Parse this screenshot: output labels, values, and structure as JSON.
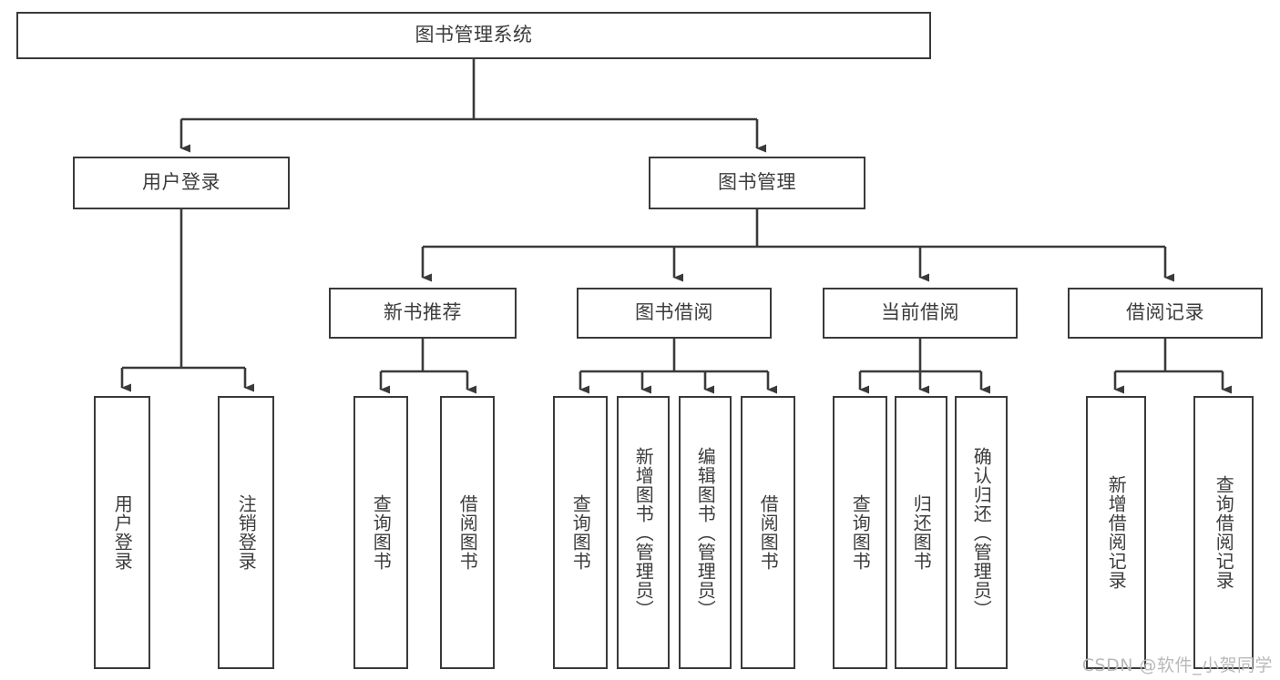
{
  "diagram": {
    "type": "tree",
    "title": "图书管理系统",
    "orientation": "top-down",
    "colors": {
      "background": "#ffffff",
      "node_border": "#3a3a3a",
      "node_fill": "#ffffff",
      "text": "#3c3c3c",
      "edge": "#3a3a3a",
      "watermark": "#b9b9b9"
    },
    "root": {
      "id": "root",
      "label": "图书管理系统"
    },
    "level2": [
      {
        "id": "user-login",
        "label": "用户登录"
      },
      {
        "id": "book-manage",
        "label": "图书管理"
      }
    ],
    "level3": [
      {
        "id": "new-book-recommend",
        "label": "新书推荐"
      },
      {
        "id": "book-borrow",
        "label": "图书借阅"
      },
      {
        "id": "current-borrow",
        "label": "当前借阅"
      },
      {
        "id": "borrow-record",
        "label": "借阅记录"
      }
    ],
    "leaves": {
      "user_login": [
        {
          "id": "leaf-user-login",
          "label": "用户登录"
        },
        {
          "id": "leaf-logout-login",
          "label": "注销登录"
        }
      ],
      "new_book_recommend": [
        {
          "id": "leaf-query-book-1",
          "label": "查询图书"
        },
        {
          "id": "leaf-borrow-book-1",
          "label": "借阅图书"
        }
      ],
      "book_borrow": [
        {
          "id": "leaf-query-book-2",
          "label": "查询图书"
        },
        {
          "id": "leaf-add-book",
          "label": "新增图书（管理员）"
        },
        {
          "id": "leaf-edit-book",
          "label": "编辑图书（管理员）"
        },
        {
          "id": "leaf-borrow-book-2",
          "label": "借阅图书"
        }
      ],
      "current_borrow": [
        {
          "id": "leaf-query-book-3",
          "label": "查询图书"
        },
        {
          "id": "leaf-return-book",
          "label": "归还图书"
        },
        {
          "id": "leaf-confirm-return",
          "label": "确认归还（管理员）"
        }
      ],
      "borrow_record": [
        {
          "id": "leaf-add-record",
          "label": "新增借阅记录"
        },
        {
          "id": "leaf-query-record",
          "label": "查询借阅记录"
        }
      ]
    }
  },
  "watermark": {
    "text": "CSDN @软件_小贺同学"
  }
}
